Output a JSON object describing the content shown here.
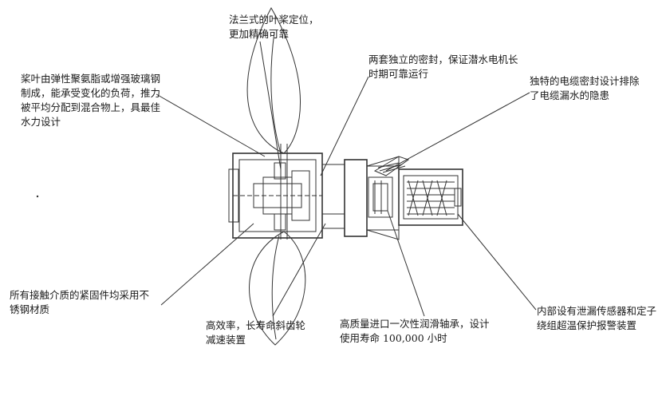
{
  "labels": {
    "top": "法兰式的叶桨定位，\n更加精确可靠",
    "left": "桨叶由弹性聚氨脂或增强玻璃钢\n制成，能承受变化的负荷，推力\n被平均分配到混合物上，具最佳\n水力设计",
    "seal": "两套独立的密封，保证潜水电机长\n时期可靠运行",
    "cable": "独特的电缆密封设计排除\n了电缆漏水的隐患",
    "bottom_left": "所有接触介质的紧固件均采用不\n锈钢材质",
    "gear": "高效率，长寿命斜齿轮\n减速装置",
    "bearing": "高质量进口一次性润滑轴承，设计\n使用寿命 100,000 小时",
    "sensor": "内部设有泄漏传感器和定子\n绕组超温保护报警装置"
  },
  "colors": {
    "line": "#333333",
    "text": "#1a1a1a",
    "background": "#ffffff"
  }
}
